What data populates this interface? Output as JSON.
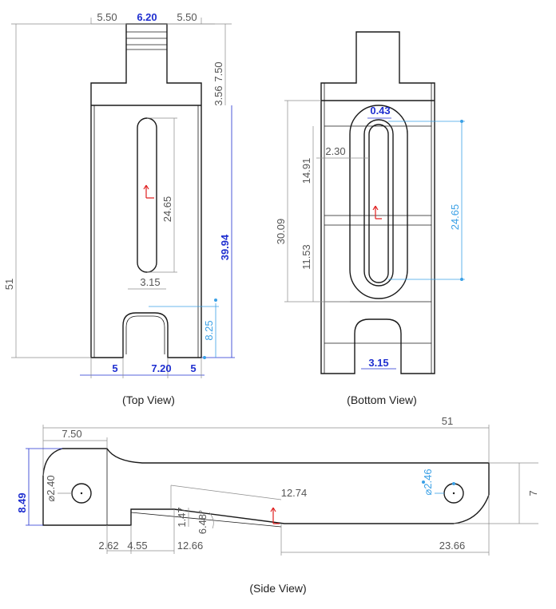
{
  "views": {
    "top": {
      "caption": "(Top View)",
      "dims": {
        "tab_left": "5.50",
        "tab_width": "6.20",
        "tab_right": "5.50",
        "tab_height": "7.50",
        "step": "3.56",
        "overall_length": "51",
        "slot_length": "24.65",
        "slot_width": "3.15",
        "body_length": "39.94",
        "notch_depth": "8.25",
        "bottom_left": "5",
        "notch_width": "7.20",
        "bottom_right": "5"
      }
    },
    "bottom": {
      "caption": "(Bottom View)",
      "dims": {
        "slot_gap": "0.43",
        "wall": "2.30",
        "upper": "14.91",
        "overall": "30.09",
        "lower": "11.53",
        "slot_length": "24.65",
        "slot_width": "3.15"
      }
    },
    "side": {
      "caption": "(Side View)",
      "dims": {
        "length": "51",
        "head": "7.50",
        "hole_left": "⌀2.40",
        "height_left": "8.49",
        "hole_right": "⌀2.46",
        "height_right": "7",
        "ramp": "12.74",
        "rise": "1.47",
        "angle": "6.48°",
        "a": "2.62",
        "b": "4.55",
        "c": "12.66",
        "d": "23.66"
      }
    }
  },
  "colors": {
    "outline": "#1a1a1a",
    "dimension": "#8c8c8c",
    "dimension_bold": "#1f2fd0",
    "dimension_light": "#3aa0e6",
    "marker": "#e02020"
  }
}
